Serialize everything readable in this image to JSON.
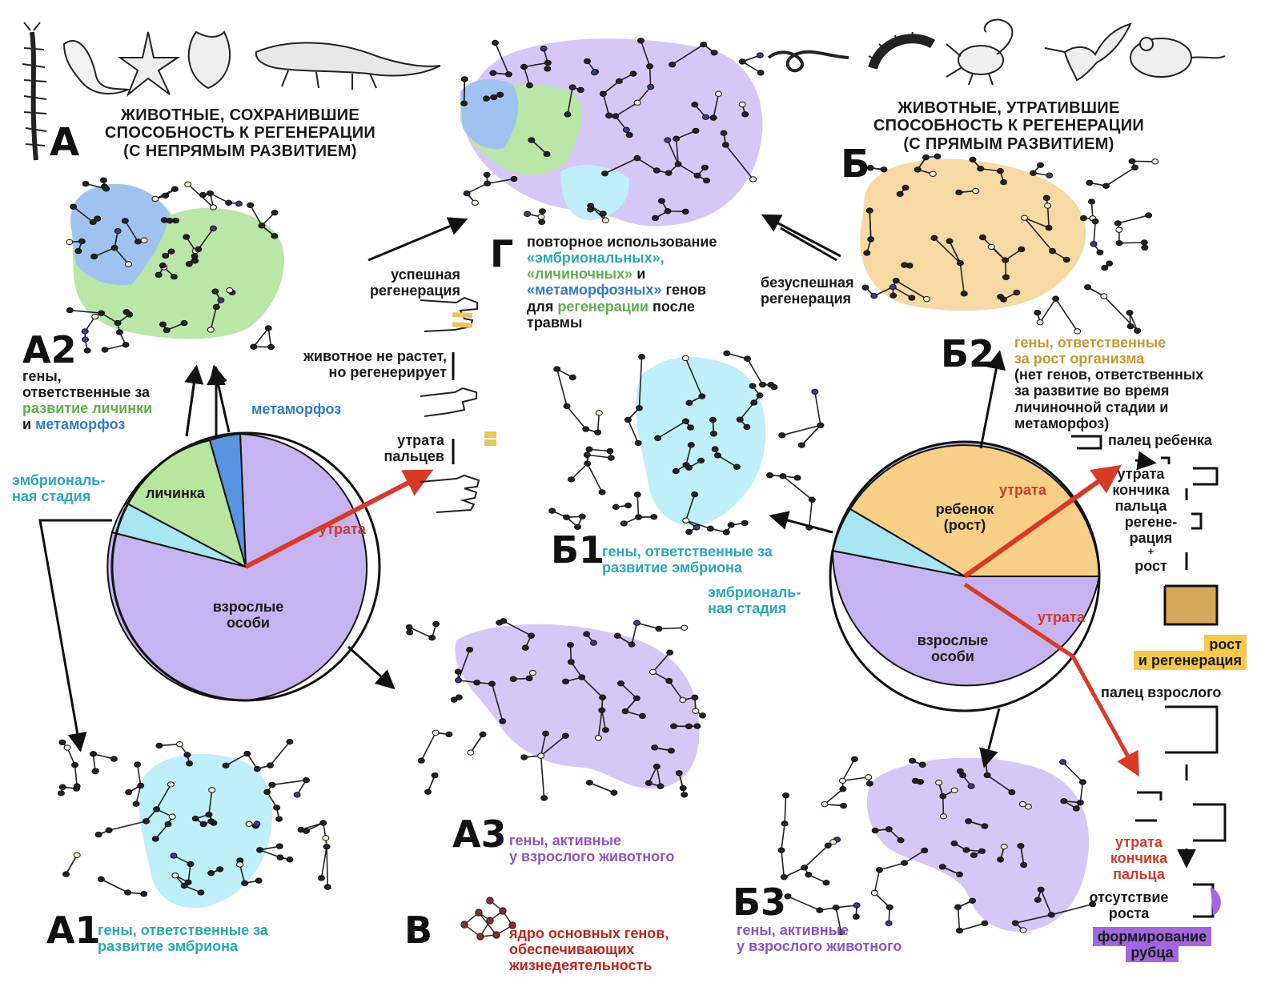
{
  "colors": {
    "embryo": "#a8e6f4",
    "larva": "#b6e6a0",
    "metamorphosis": "#5a93e0",
    "adult": "#c6b4f0",
    "child": "#f7cf86",
    "loss": "#d93a26",
    "network_blue": "#9fc3ee",
    "network_green": "#b9e7a7",
    "network_purple": "#d6c8f6",
    "network_cyan": "#bfeff8",
    "network_orange": "#f7d9a4"
  },
  "icons": {
    "regenerating_animals": [
      "centipede-icon",
      "leech-icon",
      "starfish-icon",
      "sea-squirt-icon",
      "newt-icon"
    ],
    "non_regenerating_animals": [
      "worm-icon",
      "caterpillar-icon",
      "scorpion-icon",
      "hummingbird-icon",
      "mouse-icon"
    ]
  },
  "group_a": {
    "letter": "А",
    "title_line1": "ЖИВОТНЫЕ, СОХРАНИВШИЕ",
    "title_line2": "СПОСОБНОСТЬ К РЕГЕНЕРАЦИИ",
    "title_line3": "(С НЕПРЯМЫМ РАЗВИТИЕМ)"
  },
  "group_b": {
    "letter": "Б",
    "title_line1": "ЖИВОТНЫЕ, УТРАТИВШИЕ",
    "title_line2": "СПОСОБНОСТЬ К РЕГЕНЕРАЦИИ",
    "title_line3": "(С ПРЯМЫМ РАЗВИТИЕМ)"
  },
  "a2": {
    "letter": "А2",
    "line1": "гены,",
    "line2": "ответственные за",
    "line3_colored": "развитие личинки",
    "line4_and": "и",
    "line4_colored": "метаморфоз"
  },
  "a1": {
    "letter": "А1",
    "line1": "гены, ответственные за",
    "line2": "развитие эмбриона"
  },
  "a3": {
    "letter": "А3",
    "line1": "гены, активные",
    "line2": "у взрослого животного"
  },
  "b1": {
    "letter": "Б1",
    "line1": "гены, ответственные за",
    "line2": "развитие эмбриона"
  },
  "b2": {
    "letter": "Б2",
    "line1": "гены, ответственные",
    "line2": "за рост организма",
    "line3": "(нет генов, ответственных",
    "line4": "за развитие во время",
    "line5": "личиночной стадии и",
    "line6": "метаморфоз)"
  },
  "b3": {
    "letter": "Б3",
    "line1": "гены, активные",
    "line2": "у взрослого животного"
  },
  "v": {
    "letter": "В",
    "line1": "ядро основных генов,",
    "line2": "обеспечивающих",
    "line3": "жизнедеятельность"
  },
  "g": {
    "letter": "Г",
    "line1": "повторное использование",
    "line2": "«эмбриональных»,",
    "line3": "«личиночных»",
    "line3_and": "и",
    "line4_colored": "«метаморфозных»",
    "line4_rest": "генов",
    "line5_pre": "для",
    "line5_colored": "регенерации",
    "line5_post": "после",
    "line6": "травмы"
  },
  "pie_a": {
    "embryo_label_1": "эмбриональ-",
    "embryo_label_2": "ная стадия",
    "larva_label": "личинка",
    "metamorphosis_label": "метаморфоз",
    "adult_label_1": "взрослые",
    "adult_label_2": "особи",
    "loss_label": "утрата"
  },
  "pie_b": {
    "child_label_1": "ребенок",
    "child_label_2": "(рост)",
    "embryo_label_1": "эмбриональ-",
    "embryo_label_2": "ная стадия",
    "adult_label_1": "взрослые",
    "adult_label_2": "особи",
    "loss_label_1": "утрата",
    "loss_label_2": "утрата"
  },
  "hands": {
    "loss_1": "утрата",
    "loss_2": "пальцев",
    "no_grow_1": "животное не растет,",
    "no_grow_2": "но регенерирует",
    "success_1": "успешная",
    "success_2": "регенерация"
  },
  "fail": {
    "line1": "безуспешная",
    "line2": "регенерация"
  },
  "finger_child": {
    "title": "палец ребенка",
    "loss_1": "утрата",
    "loss_2": "кончика",
    "loss_3": "пальца",
    "regen_1": "регене-",
    "regen_2": "рация",
    "plus": "+",
    "growth": "рост",
    "badge_1": "рост",
    "badge_2": "и регенерация"
  },
  "finger_adult": {
    "title": "палец взрослого",
    "loss_1": "утрата",
    "loss_2": "кончика",
    "loss_3": "пальца",
    "nogrow_1": "отсутствие",
    "nogrow_2": "роста",
    "badge_1": "формирование",
    "badge_2": "рубца"
  }
}
